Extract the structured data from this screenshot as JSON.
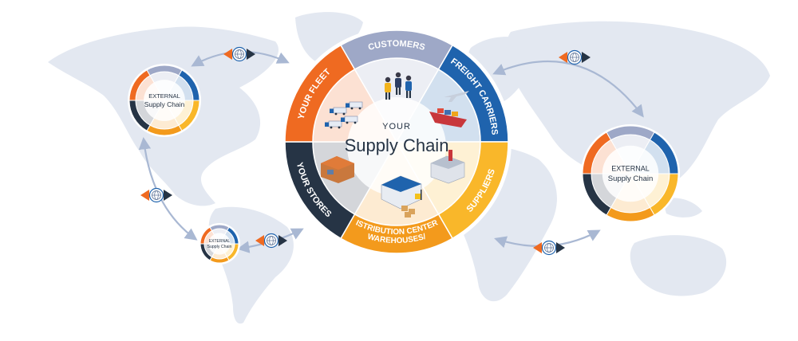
{
  "main_wheel": {
    "center_top": "YOUR",
    "center_title": "Supply Chain",
    "segments": [
      {
        "label": "CUSTOMERS",
        "color": "#9ea8c7"
      },
      {
        "label": "FREIGHT CARRIERS",
        "color": "#1f63ad"
      },
      {
        "label": "SUPPLIERS",
        "color": "#f9b72a"
      },
      {
        "label": "WAREHOUSES/",
        "label2": "DISTRIBUTION CENTERS",
        "color": "#f39a1c"
      },
      {
        "label": "YOUR STORES",
        "color": "#263445"
      },
      {
        "label": "YOUR FLEET",
        "color": "#ef6a21"
      }
    ]
  },
  "external_wheels": [
    {
      "line1": "EXTERNAL",
      "line2": "Supply Chain"
    },
    {
      "line1": "EXTERNAL",
      "line2": "Supply Chain"
    },
    {
      "line1": "EXTERNAL",
      "line2": "Supply Chain"
    }
  ],
  "icons": [
    "globe-icon",
    "people-icon",
    "truck-icon",
    "ship-icon",
    "plane-icon",
    "factory-icon",
    "warehouse-icon",
    "store-icon",
    "forklift-icon"
  ],
  "colors": {
    "map": "#e3e8f1",
    "arrow": "#a9b8d3",
    "navy": "#263445",
    "orange": "#ef6a21",
    "blue": "#1f63ad",
    "yellow": "#f9b72a",
    "gold": "#f39a1c",
    "lavender": "#9ea8c7"
  }
}
